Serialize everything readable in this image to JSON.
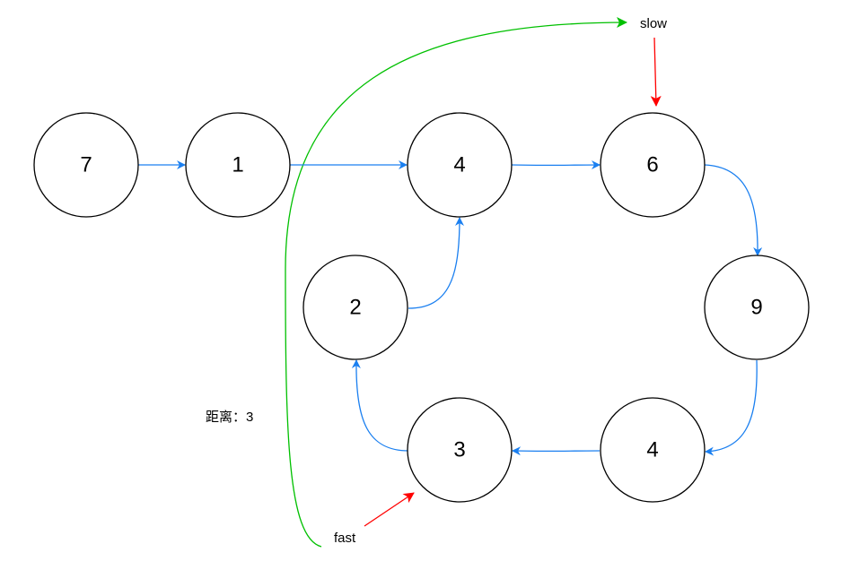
{
  "nodes": [
    "7",
    "1",
    "4",
    "6",
    "9",
    "4",
    "3",
    "2"
  ],
  "labels": {
    "slow": "slow",
    "fast": "fast",
    "distance": "距离：3"
  },
  "colors": {
    "edge": "#1a7ff0",
    "pointer": "#ff0000",
    "path": "#00c000"
  }
}
